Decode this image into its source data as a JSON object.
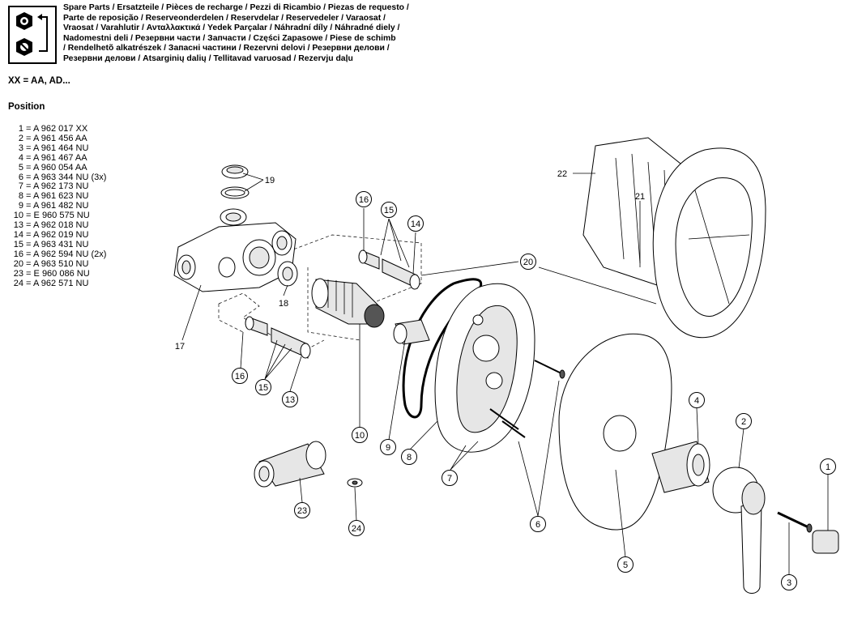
{
  "header": {
    "icon": "spare-parts-nut-swap-icon",
    "lines": [
      "Spare Parts / Ersatzteile / Pièces de recharge / Pezzi di Ricambio / Piezas de requesto /",
      "Parte de reposição / Reserveonderdelen / Reservdelar / Reservedeler / Varaosat /",
      "Vraosat / Varahlutir / Ανταλλακτικά / Yedek Parçalar / Náhradní díly / Náhradné diely /",
      "Nadomestni deli / Резервни части / Запчасти / Części Zapasowe / Piese de schimb",
      "/ Rendelhetõ alkatrészek / Запасні частини / Rezervni delovi / Резервни делови /",
      "Резервни делови / Atsarginių dalių / Tellitavad varuosad / Rezervju daļu"
    ]
  },
  "variant_note": "XX = AA, AD...",
  "position_heading": "Position",
  "parts": [
    {
      "num": "1",
      "code": "A 962 017 XX"
    },
    {
      "num": "2",
      "code": "A 961 456 AA"
    },
    {
      "num": "3",
      "code": "A 961 464 NU"
    },
    {
      "num": "4",
      "code": "A 961 467 AA"
    },
    {
      "num": "5",
      "code": "A 960 054 AA"
    },
    {
      "num": "6",
      "code": "A 963 344 NU (3x)"
    },
    {
      "num": "7",
      "code": "A 962 173 NU"
    },
    {
      "num": "8",
      "code": "A 961 623 NU"
    },
    {
      "num": "9",
      "code": "A 961 482 NU"
    },
    {
      "num": "10",
      "code": "E 960 575 NU"
    },
    {
      "num": "13",
      "code": "A 962 018 NU"
    },
    {
      "num": "14",
      "code": "A 962 019 NU"
    },
    {
      "num": "15",
      "code": "A 963 431 NU"
    },
    {
      "num": "16",
      "code": "A 962 594 NU (2x)"
    },
    {
      "num": "20",
      "code": "A 963 510 NU"
    },
    {
      "num": "23",
      "code": "E 960 086 NU"
    },
    {
      "num": "24",
      "code": "A 962 571 NU"
    }
  ],
  "diagram": {
    "plain_callouts": [
      "22",
      "21",
      "19",
      "18",
      "17"
    ],
    "circled_callouts": [
      "16",
      "15",
      "14",
      "20",
      "4",
      "2",
      "1",
      "16",
      "15",
      "13",
      "10",
      "9",
      "8",
      "7",
      "6",
      "5",
      "3",
      "23",
      "24"
    ]
  }
}
